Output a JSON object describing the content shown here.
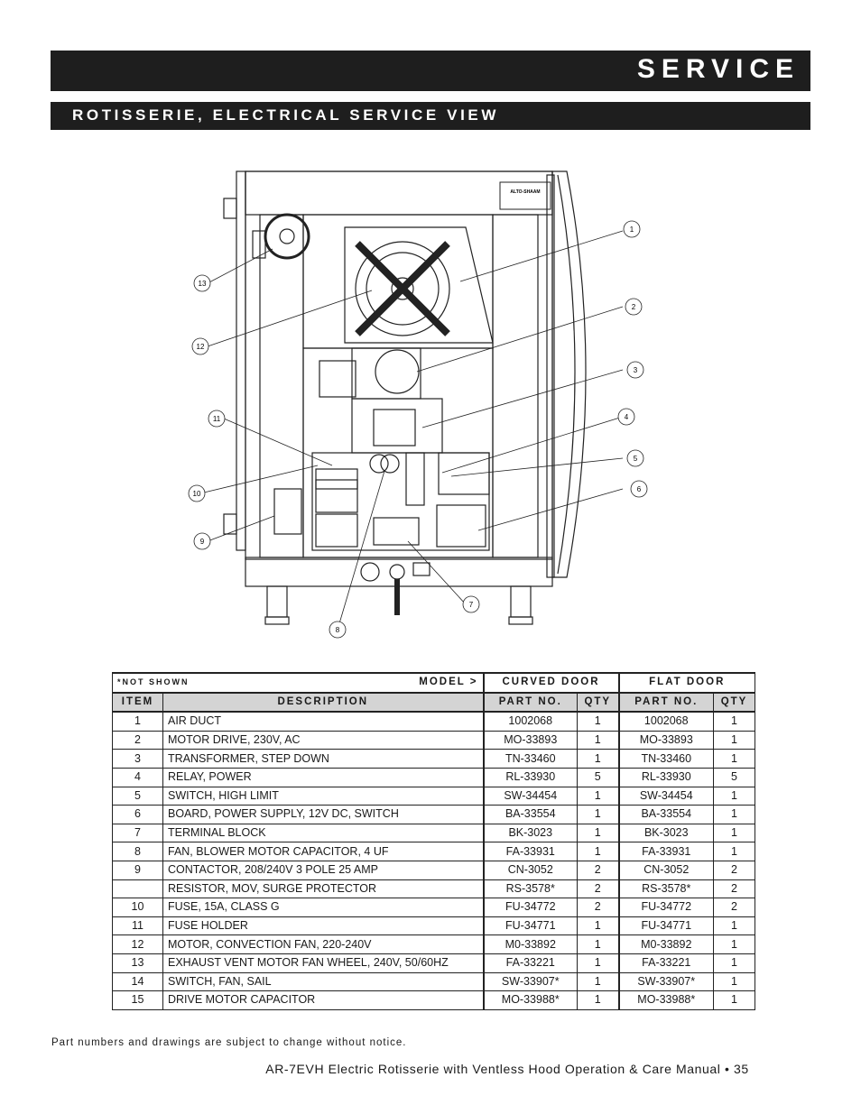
{
  "header": {
    "title": "SERVICE"
  },
  "section": {
    "title": "ROTISSERIE, ELECTRICAL SERVICE VIEW"
  },
  "diagram": {
    "logo_text": "ALTO-SHAAM",
    "callouts": [
      "1",
      "2",
      "3",
      "4",
      "5",
      "6",
      "7",
      "8",
      "9",
      "10",
      "11",
      "12",
      "13"
    ]
  },
  "table": {
    "note": "*NOT SHOWN",
    "model_label": "MODEL >",
    "groups": [
      "CURVED DOOR",
      "FLAT DOOR"
    ],
    "columns": [
      "ITEM",
      "DESCRIPTION",
      "PART NO.",
      "QTY",
      "PART NO.",
      "QTY"
    ],
    "rows": [
      [
        "1",
        "AIR DUCT",
        "1002068",
        "1",
        "1002068",
        "1"
      ],
      [
        "2",
        "MOTOR DRIVE, 230V, AC",
        "MO-33893",
        "1",
        "MO-33893",
        "1"
      ],
      [
        "3",
        "TRANSFORMER, STEP DOWN",
        "TN-33460",
        "1",
        "TN-33460",
        "1"
      ],
      [
        "4",
        "RELAY, POWER",
        "RL-33930",
        "5",
        "RL-33930",
        "5"
      ],
      [
        "5",
        "SWITCH, HIGH LIMIT",
        "SW-34454",
        "1",
        "SW-34454",
        "1"
      ],
      [
        "6",
        "BOARD, POWER SUPPLY, 12V DC, SWITCH",
        "BA-33554",
        "1",
        "BA-33554",
        "1"
      ],
      [
        "7",
        "TERMINAL BLOCK",
        "BK-3023",
        "1",
        "BK-3023",
        "1"
      ],
      [
        "8",
        "FAN, BLOWER MOTOR CAPACITOR, 4 UF",
        "FA-33931",
        "1",
        "FA-33931",
        "1"
      ],
      [
        "9",
        "CONTACTOR, 208/240V 3 POLE 25 AMP",
        "CN-3052",
        "2",
        "CN-3052",
        "2"
      ],
      [
        "",
        "RESISTOR, MOV, SURGE PROTECTOR",
        "RS-3578*",
        "2",
        "RS-3578*",
        "2"
      ],
      [
        "10",
        "FUSE, 15A, CLASS G",
        "FU-34772",
        "2",
        "FU-34772",
        "2"
      ],
      [
        "11",
        "FUSE HOLDER",
        "FU-34771",
        "1",
        "FU-34771",
        "1"
      ],
      [
        "12",
        "MOTOR, CONVECTION FAN, 220-240V",
        "M0-33892",
        "1",
        "M0-33892",
        "1"
      ],
      [
        "13",
        "EXHAUST VENT MOTOR FAN WHEEL, 240V, 50/60HZ",
        "FA-33221",
        "1",
        "FA-33221",
        "1"
      ],
      [
        "14",
        "SWITCH, FAN, SAIL",
        "SW-33907*",
        "1",
        "SW-33907*",
        "1"
      ],
      [
        "15",
        "DRIVE MOTOR CAPACITOR",
        "MO-33988*",
        "1",
        "MO-33988*",
        "1"
      ]
    ]
  },
  "disclaimer": "Part numbers and drawings are subject to change without notice.",
  "footer": {
    "text": "AR-7EVH Electric Rotisserie with Ventless Hood Operation & Care Manual",
    "page": "35"
  }
}
